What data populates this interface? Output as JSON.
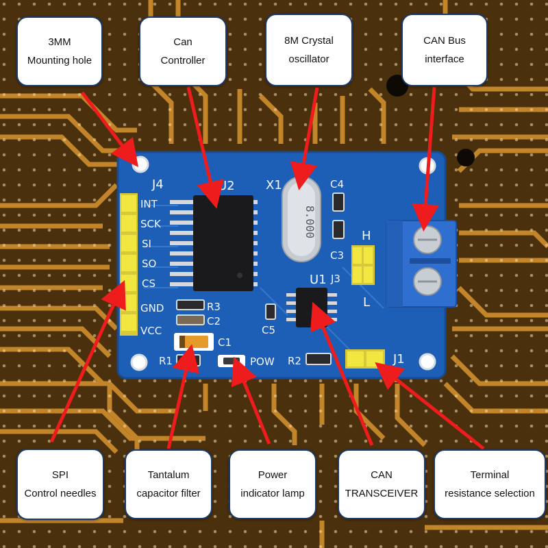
{
  "colors": {
    "board": "#1d5fb6",
    "arrow": "#ee1c1c",
    "callout_border": "#1c3a6b",
    "header_pin": "#f2e641",
    "terminal": "#2f6fd0",
    "background_copper": "#c98a2c"
  },
  "callouts": {
    "mounting_hole": [
      "3MM",
      "Mounting hole"
    ],
    "can_controller": [
      "Can",
      "Controller"
    ],
    "crystal": [
      "8M Crystal",
      "oscillator"
    ],
    "can_bus_interface": [
      "CAN Bus",
      "interface"
    ],
    "spi_pins": [
      "SPI",
      "Control needles"
    ],
    "tantalum": [
      "Tantalum",
      "capacitor filter"
    ],
    "power_lamp": [
      "Power",
      "indicator lamp"
    ],
    "transceiver": [
      "CAN",
      "TRANSCEIVER"
    ],
    "terminal_resistor": [
      "Terminal",
      "resistance selection"
    ]
  },
  "board": {
    "header_label": "J4",
    "pin_labels": [
      "INT",
      "SCK",
      "SI",
      "SO",
      "CS",
      "GND",
      "VCC"
    ],
    "controller_label": "U2",
    "crystal_label": "X1",
    "crystal_marking": "8.000",
    "transceiver_label": "U1",
    "jumper_label": "J1",
    "terminal_header_label": "J3",
    "can_h": "H",
    "can_l": "L",
    "components": {
      "c4": "C4",
      "c3": "C3",
      "c5": "C5",
      "c2": "C2",
      "c1": "C1",
      "r3": "R3",
      "r1": "R1",
      "r2": "R2",
      "pow": "POW"
    }
  }
}
